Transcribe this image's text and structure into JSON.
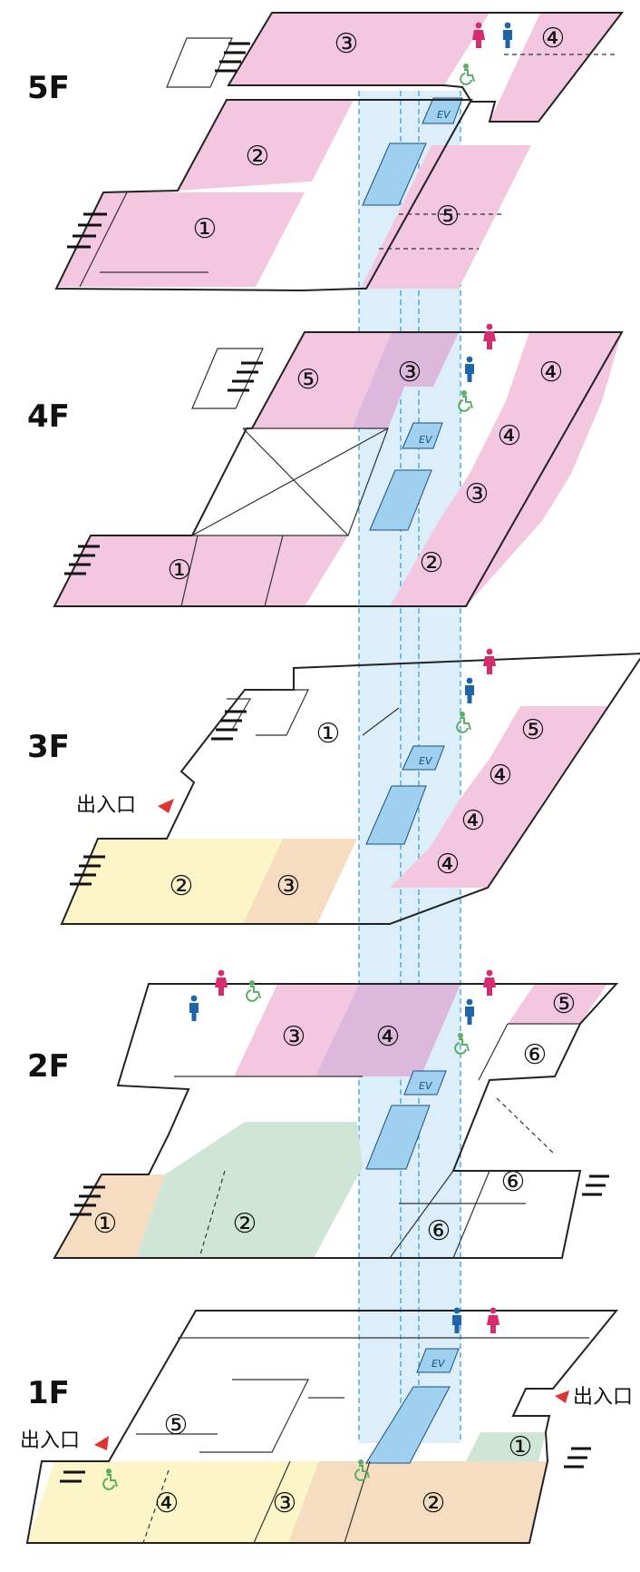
{
  "colors": {
    "pink": "#f4c7e1",
    "pink_overlap": "#ddb8dd",
    "yellow": "#fbf5c8",
    "orange": "#f6dcc0",
    "green": "#cfe6d6",
    "blue_shaft": "#d6ebf8",
    "blue_elevator": "#9fd0ef",
    "female": "#d62b6e",
    "male": "#1f63a8",
    "accessible": "#5cae64",
    "entrance_arrow": "#e03333"
  },
  "floors": [
    {
      "label": "5F",
      "rooms": [
        "③",
        "④",
        "②",
        "①",
        "⑤"
      ],
      "ev": "EV"
    },
    {
      "label": "4F",
      "rooms": [
        "⑤",
        "③",
        "④",
        "④",
        "③",
        "①",
        "②"
      ],
      "ev": "EV"
    },
    {
      "label": "3F",
      "rooms": [
        "①",
        "⑤",
        "④",
        "④",
        "②",
        "③",
        "④"
      ],
      "ev": "EV",
      "entrance": "出入口"
    },
    {
      "label": "2F",
      "rooms": [
        "③",
        "④",
        "⑤",
        "⑥",
        "⑥",
        "①",
        "②",
        "⑥"
      ],
      "ev": "EV"
    },
    {
      "label": "1F",
      "rooms": [
        "⑤",
        "①",
        "④",
        "③",
        "②"
      ],
      "ev": "EV",
      "entrances": [
        "出入口",
        "出入口"
      ]
    }
  ],
  "icons": [
    "female-restroom-icon",
    "male-restroom-icon",
    "accessible-restroom-icon",
    "elevator-icon",
    "stairs-icon",
    "entrance-arrow-icon"
  ]
}
